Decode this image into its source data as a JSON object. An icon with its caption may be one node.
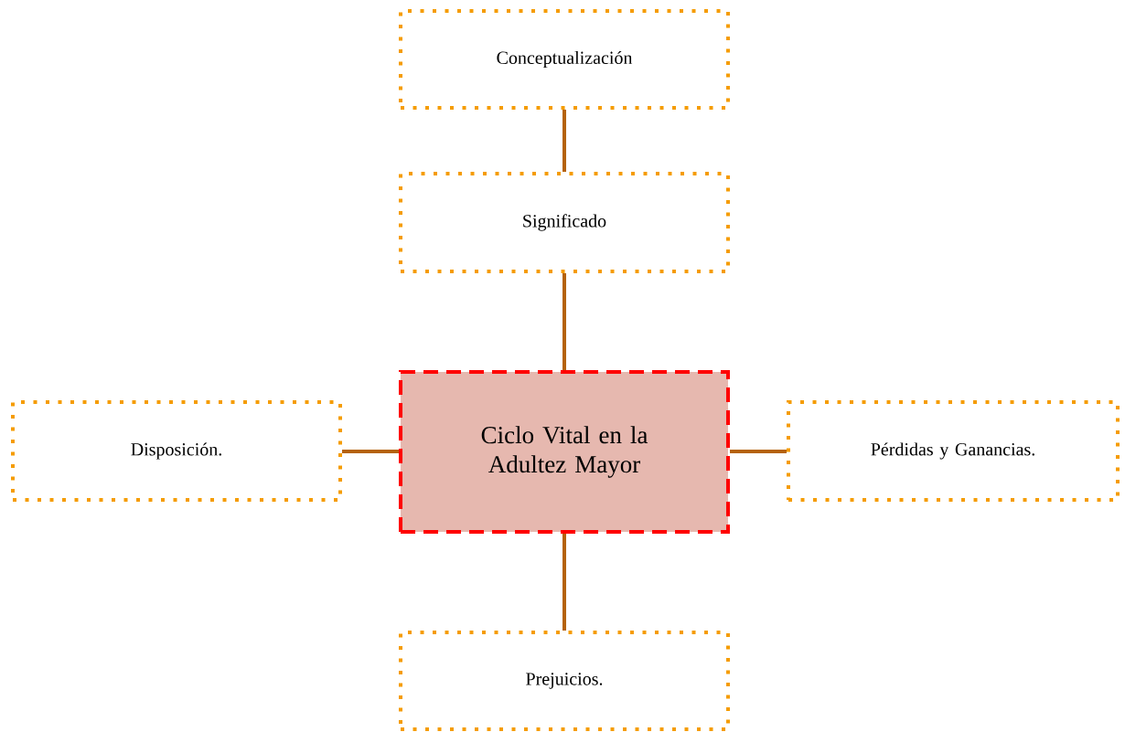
{
  "diagram": {
    "nodes": [
      {
        "text": [
          "Conceptualización"
        ]
      },
      {
        "text": [
          "Significado"
        ]
      },
      {
        "text": [
          "Ciclo Vital en la Adultez Mayor"
        ]
      },
      {
        "text": [
          "Disposición."
        ]
      },
      {
        "text": [
          "Pérdidas y Ganancias."
        ]
      },
      {
        "text": [
          "Prejuicios."
        ]
      }
    ],
    "edges": [
      {
        "from": 0,
        "to": 1,
        "arrow": "none"
      },
      {
        "from": 1,
        "to": 2,
        "arrow": "none"
      },
      {
        "from": 3,
        "to": 2,
        "arrow": "none"
      },
      {
        "from": 2,
        "to": 4,
        "arrow": "none"
      },
      {
        "from": 2,
        "to": 5,
        "arrow": "none"
      }
    ]
  }
}
